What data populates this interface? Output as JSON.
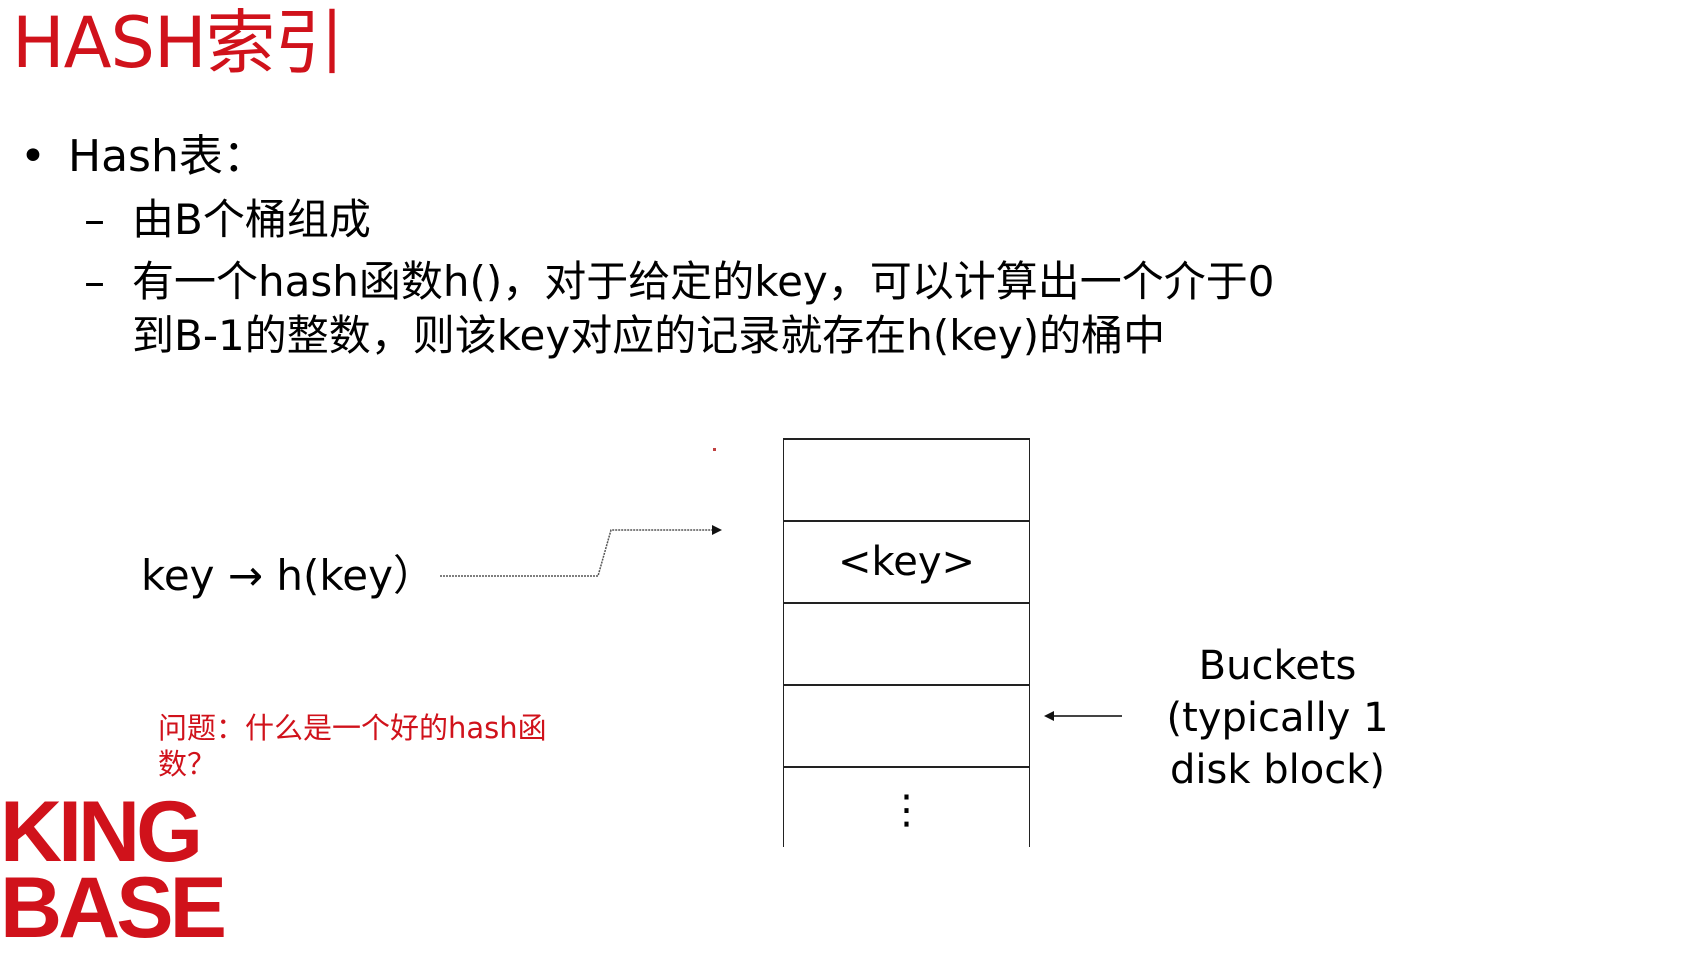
{
  "title": "HASH索引",
  "bullet": {
    "label": "Hash表：",
    "subitems": [
      "由B个桶组成",
      "有一个hash函数h()，对于给定的key，可以计算出一个介于0",
      "到B-1的整数，则该key对应的记录就存在h(key)的桶中"
    ]
  },
  "diagram": {
    "formula": "key → h(key）",
    "buckets": [
      "",
      "<key>",
      "",
      "",
      "⋮"
    ],
    "buckets_label": [
      "Buckets",
      "(typically 1",
      "disk block)"
    ]
  },
  "annotation": "问题：什么是一个好的hash函数？",
  "logo": {
    "line1": "KING",
    "line2": "BASE"
  },
  "colors": {
    "accent": "#d0121b",
    "text": "#000000"
  }
}
